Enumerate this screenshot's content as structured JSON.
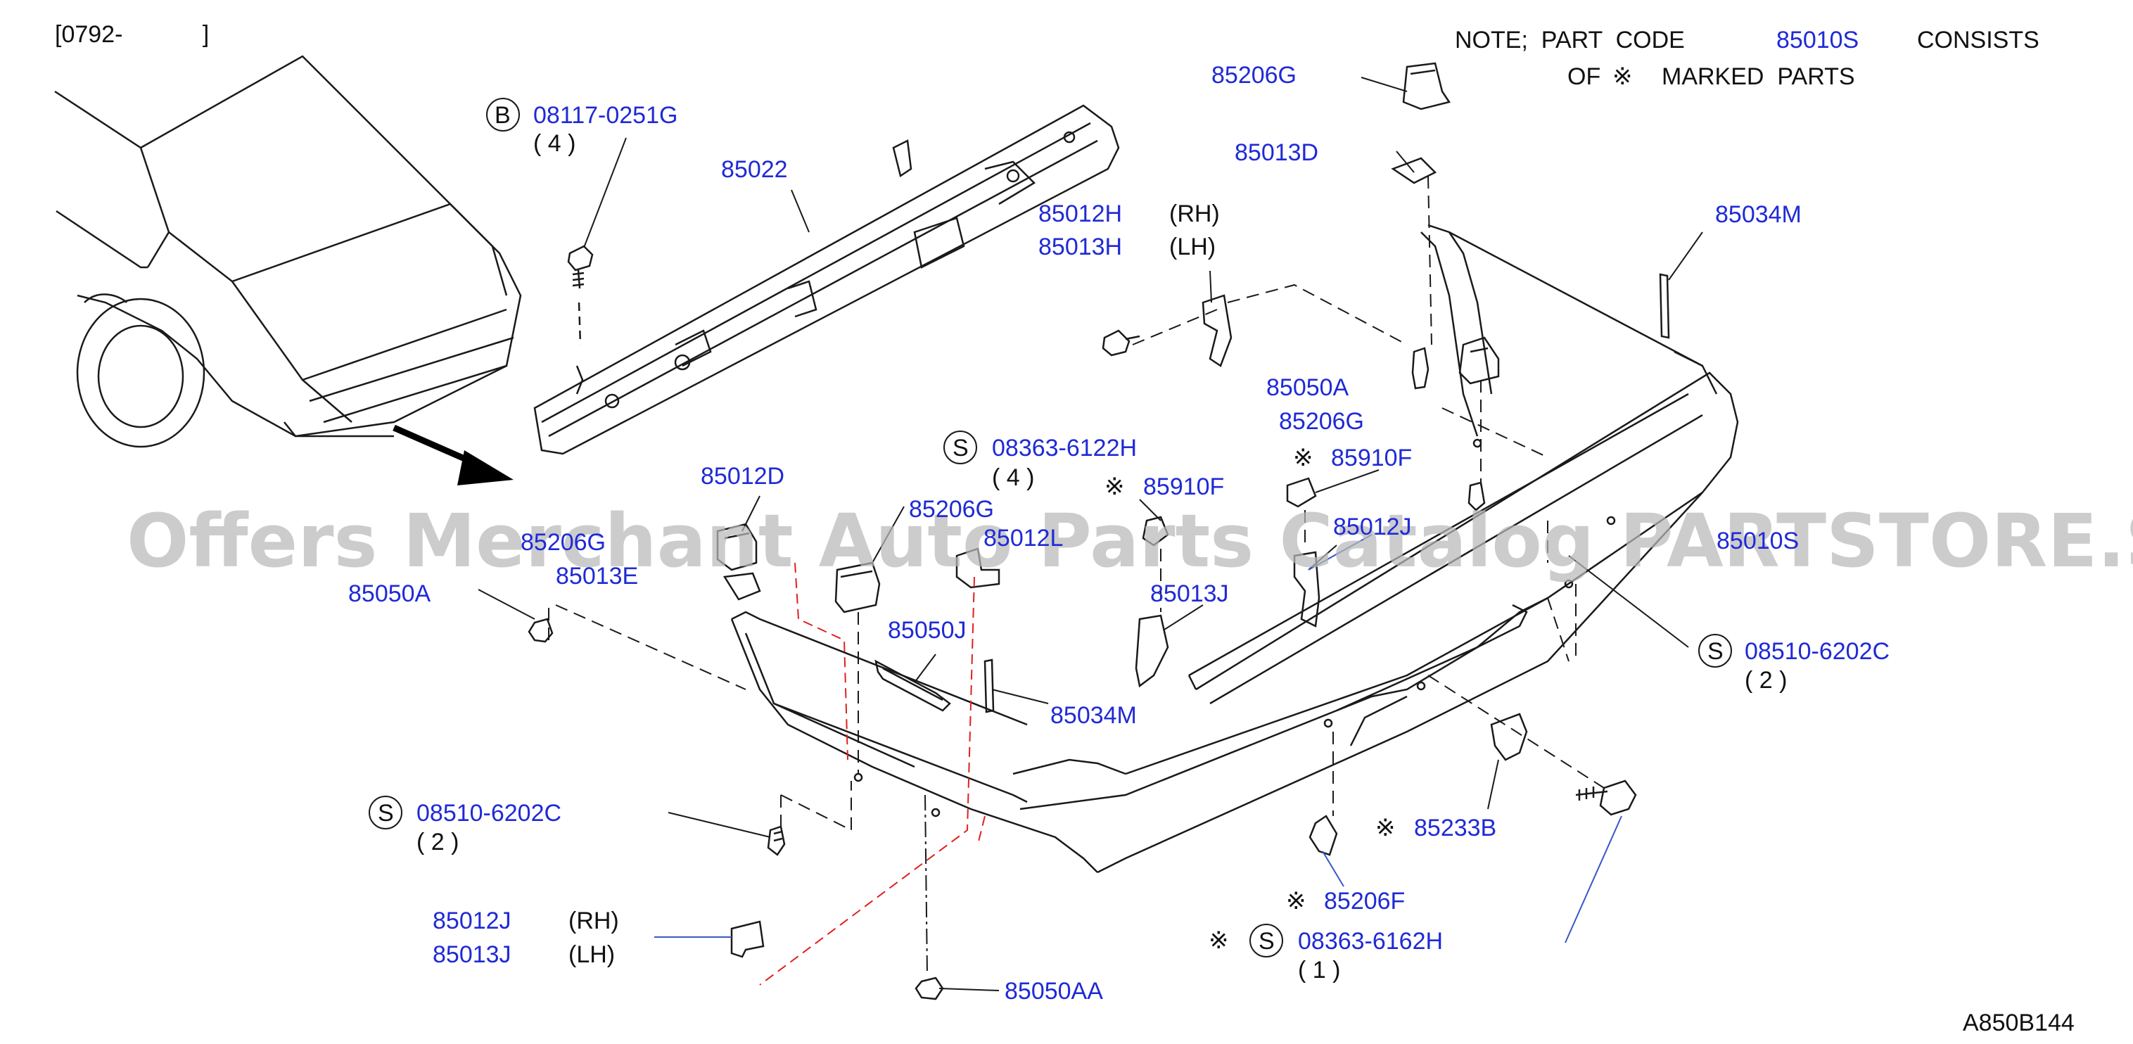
{
  "header": {
    "date_code": "[0792-            ]"
  },
  "note": {
    "line1_prefix": "NOTE;  PART  CODE",
    "line1_code": "85010S",
    "line1_suffix": "CONSISTS",
    "line2_prefix": "OF",
    "line2_mark": "※",
    "line2_suffix": "MARKED  PARTS"
  },
  "symbols": {
    "bolt_b": "B",
    "screw_s": "S",
    "mark": "※"
  },
  "callouts": {
    "c_08117": "08117-0251G",
    "c_08117_qty": "( 4 )",
    "c_85022": "85022",
    "c_85012H": "85012H",
    "c_85012H_side": "(RH)",
    "c_85013H": "85013H",
    "c_85013H_side": "(LH)",
    "c_85206G_top": "85206G",
    "c_85013D": "85013D",
    "c_85034M_top": "85034M",
    "c_85050A_right": "85050A",
    "c_85206G_right": "85206G",
    "c_85910F_right": "85910F",
    "c_08363_6122H": "08363-6122H",
    "c_08363_6122H_qty": "( 4 )",
    "c_85910F_mid": "85910F",
    "c_85012D": "85012D",
    "c_85206G_left_partial": "85206G",
    "c_85206G_mid": "85206G",
    "c_85012L_partial": "85012L",
    "c_85012J_partial": "85012J",
    "c_85010S_partial": "85010S",
    "c_85013E": "85013E",
    "c_85050A_left": "85050A",
    "c_85013J_mid": "85013J",
    "c_85050J": "85050J",
    "c_85034M_mid": "85034M",
    "c_08510_right": "08510-6202C",
    "c_08510_right_qty": "( 2 )",
    "c_08510_left": "08510-6202C",
    "c_08510_left_qty": "( 2 )",
    "c_85233B": "85233B",
    "c_85206F": "85206F",
    "c_08363_6162H": "08363-6162H",
    "c_08363_6162H_qty": "( 1 )",
    "c_85012J_bottom": "85012J",
    "c_85012J_bottom_side": "(RH)",
    "c_85013J_bottom": "85013J",
    "c_85013J_bottom_side": "(LH)",
    "c_85050AA": "85050AA"
  },
  "watermark": "Offers Merchant Auto Parts Catalog PARTSTORE.SA",
  "figure_id": "A850B144",
  "colors": {
    "part_number": "#1f2ad6",
    "text": "#111111",
    "line": "#1a1a1a",
    "leader_blue": "#3a56c8",
    "red_dash": "#e0201e",
    "watermark": "#b9b9b9"
  }
}
